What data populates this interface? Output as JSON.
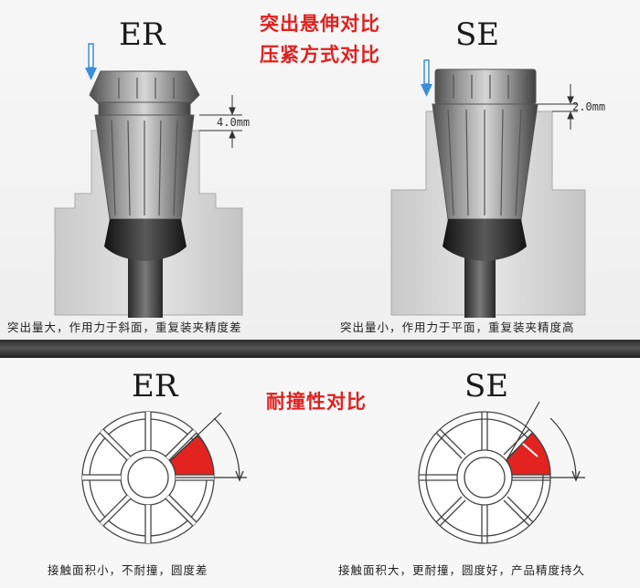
{
  "top": {
    "title_line1": "突出悬伸对比",
    "title_line2": "压紧方式对比",
    "left_label": "ER",
    "right_label": "SE",
    "left_dimension": "4.0mm",
    "right_dimension": "2.0mm",
    "left_caption": "突出量大，作用力于斜面，重复装夹精度差",
    "right_caption": "突出量小，作用力于平面，重复装夹精度高"
  },
  "bottom": {
    "title": "耐撞性对比",
    "left_label": "ER",
    "right_label": "SE",
    "left_caption": "接触面积小，不耐撞，圆度差",
    "right_caption": "接触面积大，更耐撞，圆度好，产品精度持久"
  },
  "colors": {
    "title_red": "#e0211f",
    "segment_red": "#e3231f",
    "arrow_blue": "#3a8fd9"
  }
}
